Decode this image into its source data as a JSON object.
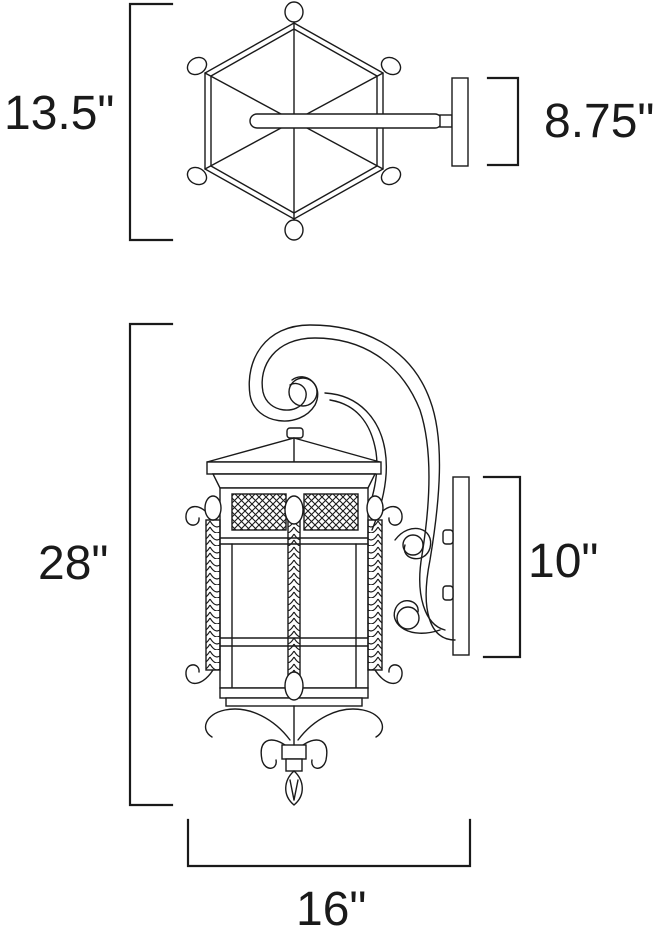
{
  "dimensions": {
    "top_height": "13.5\"",
    "top_backplate": "8.75\"",
    "side_height": "28\"",
    "side_backplate": "10\"",
    "width": "16\""
  }
}
